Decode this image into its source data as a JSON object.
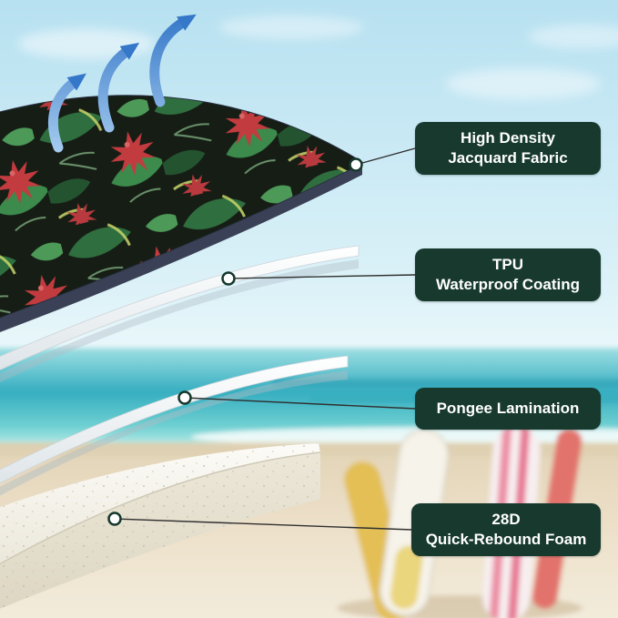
{
  "page": {
    "type": "product-infographic",
    "subject": "Layered beach mat construction with callout labels over a beach photo"
  },
  "callouts": [
    {
      "id": "jacquard-fabric",
      "line1": "High Density",
      "line2": "Jacquard Fabric"
    },
    {
      "id": "tpu-coating",
      "line1": "TPU",
      "line2": "Waterproof Coating"
    },
    {
      "id": "pongee-lamination",
      "line1": "Pongee Lamination",
      "line2": ""
    },
    {
      "id": "rebound-foam",
      "line1": "28D",
      "line2": "Quick-Rebound Foam"
    }
  ],
  "icons": {
    "airflow_arrow": {
      "name": "airflow-arrow-icon",
      "count": 3
    },
    "layer_marker": {
      "name": "layer-point-marker",
      "count": 4
    }
  },
  "colors": {
    "label_bg": "#17392e",
    "label_text": "#ffffff",
    "arrow_blue": "#3577c8",
    "arrow_blue_light": "#a8cdf0",
    "connector_line": "#2f2f2f",
    "sky": "#bfe4f2",
    "sea": "#3fb3c4",
    "sand": "#ebdfc8",
    "fabric_background": "#151d15",
    "fabric_leaf_green": "#3c8a4c",
    "fabric_flower_red": "#c23b3f",
    "fabric_edge": "#3a4156",
    "sheet_white": "#ffffff",
    "foam_white": "#f4f1e8"
  },
  "scene": {
    "setting": "blurred beach background: blue sky, turquoise sea, pale sand, surfboards standing at right"
  }
}
